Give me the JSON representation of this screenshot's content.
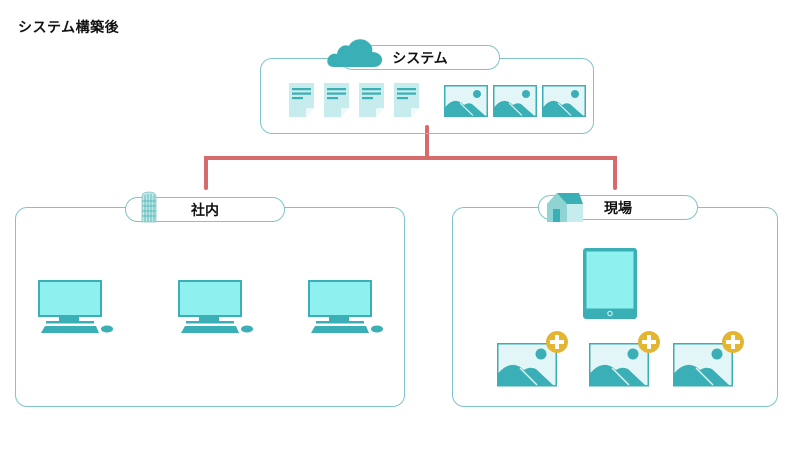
{
  "page_title": "システム構築後",
  "colors": {
    "teal": "#3aafb5",
    "teal_light": "#8ef1f0",
    "teal_pale": "#c6ecee",
    "border": "#7fc4c8",
    "connector": "#d76a6b",
    "add_badge": "#e3b530"
  },
  "system": {
    "label": "システム",
    "icon": "cloud-icon",
    "items": [
      {
        "type": "document",
        "icon": "document-icon"
      },
      {
        "type": "document",
        "icon": "document-icon"
      },
      {
        "type": "document",
        "icon": "document-icon"
      },
      {
        "type": "document",
        "icon": "document-icon"
      },
      {
        "type": "image",
        "icon": "image-icon"
      },
      {
        "type": "image",
        "icon": "image-icon"
      },
      {
        "type": "image",
        "icon": "image-icon"
      }
    ]
  },
  "office": {
    "label": "社内",
    "icon": "building-icon",
    "devices": [
      {
        "type": "desktop-pc",
        "icon": "desktop-computer-icon"
      },
      {
        "type": "desktop-pc",
        "icon": "desktop-computer-icon"
      },
      {
        "type": "desktop-pc",
        "icon": "desktop-computer-icon"
      }
    ]
  },
  "site": {
    "label": "現場",
    "icon": "house-icon",
    "device": {
      "type": "tablet",
      "icon": "tablet-icon"
    },
    "photos": [
      {
        "type": "image-add",
        "icon": "image-add-icon"
      },
      {
        "type": "image-add",
        "icon": "image-add-icon"
      },
      {
        "type": "image-add",
        "icon": "image-add-icon"
      }
    ]
  }
}
